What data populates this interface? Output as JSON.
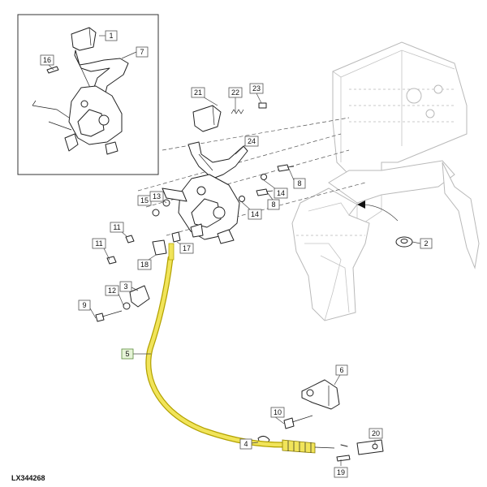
{
  "diagram": {
    "reference": "LX344268",
    "highlight_color": "#f1e45a",
    "highlight_stroke": "#b3a200"
  },
  "callouts": [
    {
      "id": "c1",
      "label": "1"
    },
    {
      "id": "c16",
      "label": "16"
    },
    {
      "id": "c7",
      "label": "7"
    },
    {
      "id": "c21",
      "label": "21"
    },
    {
      "id": "c22",
      "label": "22"
    },
    {
      "id": "c23",
      "label": "23"
    },
    {
      "id": "c24",
      "label": "24"
    },
    {
      "id": "c8a",
      "label": "8"
    },
    {
      "id": "c15",
      "label": "15"
    },
    {
      "id": "c13",
      "label": "13"
    },
    {
      "id": "c14a",
      "label": "14"
    },
    {
      "id": "c8b",
      "label": "8"
    },
    {
      "id": "c14b",
      "label": "14"
    },
    {
      "id": "c11a",
      "label": "11"
    },
    {
      "id": "c11b",
      "label": "11"
    },
    {
      "id": "c17",
      "label": "17"
    },
    {
      "id": "c18",
      "label": "18"
    },
    {
      "id": "c2",
      "label": "2"
    },
    {
      "id": "c3",
      "label": "3"
    },
    {
      "id": "c12",
      "label": "12"
    },
    {
      "id": "c9",
      "label": "9"
    },
    {
      "id": "c5",
      "label": "5"
    },
    {
      "id": "c6",
      "label": "6"
    },
    {
      "id": "c10",
      "label": "10"
    },
    {
      "id": "c20",
      "label": "20"
    },
    {
      "id": "c4",
      "label": "4"
    },
    {
      "id": "c19",
      "label": "19"
    }
  ]
}
